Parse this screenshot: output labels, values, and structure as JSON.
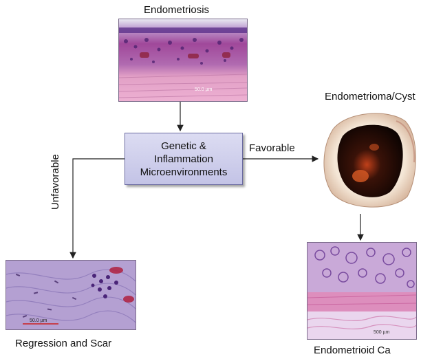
{
  "labels": {
    "endometriosis": "Endometriosis",
    "endometrioma": "Endometrioma/Cyst",
    "center_line1": "Genetic &",
    "center_line2": "Inflammation",
    "center_line3": "Microenvironments",
    "favorable": "Favorable",
    "unfavorable": "Unfavorable",
    "regression": "Regression and Scar",
    "endometrioid_ca": "Endometrioid Ca"
  },
  "scale_bars": {
    "endometriosis": "50.0 µm",
    "regression": "50.0 µm",
    "endometrioid_ca": "500 µm"
  },
  "colors": {
    "box_fill": "#c9c9ea",
    "box_border": "#6a6aa0",
    "arrow": "#222222",
    "stain_pink": "#e6a0c8",
    "stain_purple": "#5a2a80"
  }
}
